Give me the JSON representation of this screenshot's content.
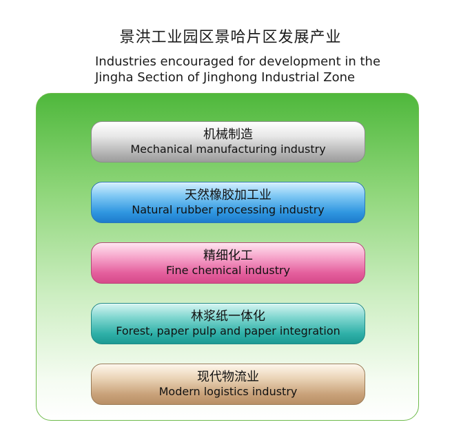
{
  "title": {
    "chinese": "景洪工业园区景哈片区发展产业",
    "english_line1": "Industries encouraged for development in the",
    "english_line2": "Jingha Section of Jinghong Industrial Zone"
  },
  "industries": [
    {
      "chinese": "机械制造",
      "english": "Mechanical manufacturing industry",
      "color": "#b8b8b8"
    },
    {
      "chinese": "天然橡胶加工业",
      "english": "Natural rubber processing industry",
      "color": "#2f96e0"
    },
    {
      "chinese": "精细化工",
      "english": "Fine chemical industry",
      "color": "#e45f9d"
    },
    {
      "chinese": "林浆纸一体化",
      "english": "Forest, paper pulp and paper integration",
      "color": "#2fb0a8"
    },
    {
      "chinese": "现代物流业",
      "english": "Modern logistics industry",
      "color": "#c9a27a"
    }
  ],
  "panel_color": "#4fb83c"
}
